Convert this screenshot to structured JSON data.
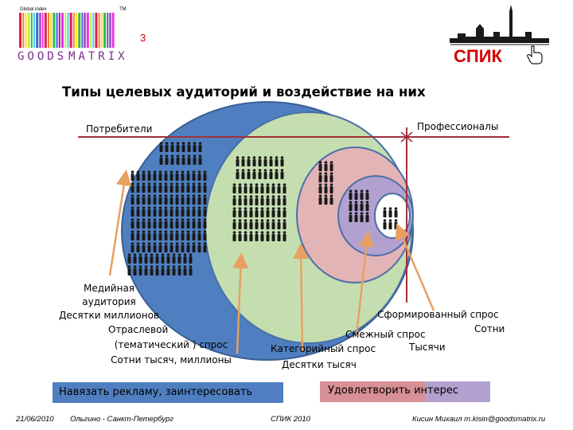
{
  "logo_left": {
    "top_text": "Global index",
    "tm": "TM",
    "word1": "GOODS",
    "word2": "MATRIX"
  },
  "slide_number": "3",
  "logo_right": {
    "text": "СПИК"
  },
  "title": "Типы целевых аудиторий и воздействие на них",
  "axis": {
    "left_label": "Потребители",
    "right_label": "Профессионалы"
  },
  "labels": {
    "media": [
      "Медийная",
      "аудитория",
      "Десятки миллионов"
    ],
    "industry": [
      "Отраслевой",
      "(тематический ) спрос",
      "Сотни тысяч, миллионы"
    ],
    "formed": "Сформированный спрос",
    "formed_amount": "Сотни",
    "adjacent": "Смежный спрос",
    "adjacent_amount": "Тысячи",
    "category": "Категорийный спрос",
    "category_amount": "Десятки тысяч"
  },
  "boxes": {
    "left": "Навязать рекламу, заинтересовать",
    "right_part1": "Удовлетворить ",
    "right_part2": "интерес"
  },
  "footer": {
    "date": "21/06/2010",
    "place": "Ольгино - Санкт-Петербург",
    "event": "СПИК 2010",
    "author": "Кисин Михаил  m.kisin@goodsmatrix.ru"
  },
  "colors": {
    "outer_ellipse": "#4f7fc0",
    "ring2": "#c5deb0",
    "ring3": "#e3b4b6",
    "ring4": "#b2a0cf",
    "core": "#ffffff",
    "axis_line": "#a0303a",
    "arrow": "#e8a060",
    "box_left": "#4f7fc0",
    "box_right_a": "#d89096",
    "box_right_b": "#b2a0cf",
    "accent_red": "#d40000"
  }
}
